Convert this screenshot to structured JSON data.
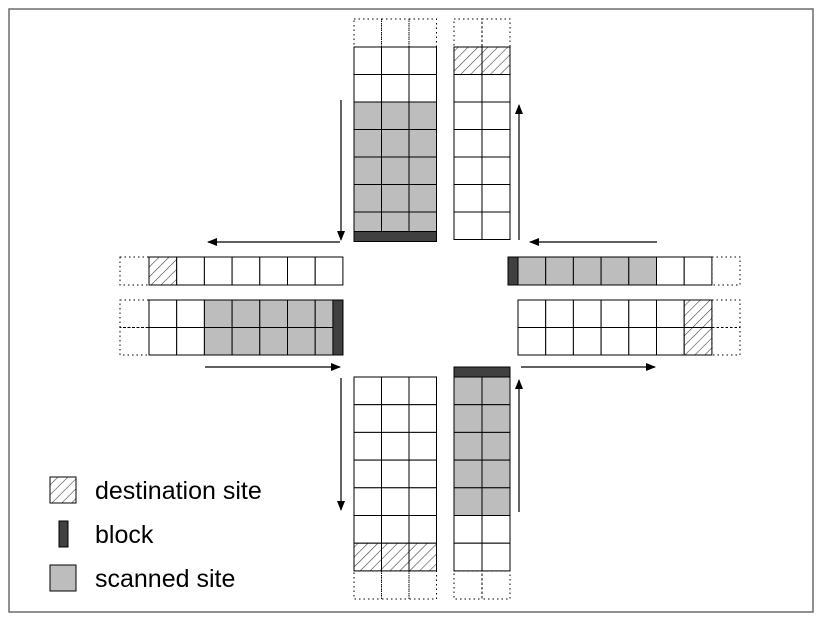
{
  "colors": {
    "frame": "#6b6b6b",
    "cell_border": "#000000",
    "scanned": "#bdbdbd",
    "block": "#404040",
    "hatch": "#444444",
    "background": "#ffffff"
  },
  "legend": [
    {
      "key": "destination",
      "label": "destination site",
      "icon": "hatched-square-icon"
    },
    {
      "key": "block",
      "label": "block",
      "icon": "dark-bar-icon"
    },
    {
      "key": "scanned",
      "label": "scanned site",
      "icon": "gray-square-icon"
    }
  ],
  "arms": [
    {
      "name": "north-inbound",
      "direction": "down",
      "lanes": 3,
      "sites": 7,
      "scanned_sites": 5,
      "block_at_stop_line": true,
      "destination_site": false
    },
    {
      "name": "north-outbound",
      "direction": "up",
      "lanes": 2,
      "sites": 7,
      "scanned_sites": 0,
      "block_at_stop_line": false,
      "destination_site": true
    },
    {
      "name": "west-outbound",
      "direction": "left",
      "lanes": 1,
      "sites": 7,
      "scanned_sites": 0,
      "block_at_stop_line": false,
      "destination_site": true
    },
    {
      "name": "west-inbound",
      "direction": "right",
      "lanes": 2,
      "sites": 7,
      "scanned_sites": 5,
      "block_at_stop_line": true,
      "destination_site": false
    },
    {
      "name": "east-inbound",
      "direction": "left",
      "lanes": 1,
      "sites": 7,
      "scanned_sites": 5,
      "block_at_stop_line": true,
      "destination_site": false
    },
    {
      "name": "east-outbound",
      "direction": "right",
      "lanes": 2,
      "sites": 7,
      "scanned_sites": 0,
      "block_at_stop_line": false,
      "destination_site": true
    },
    {
      "name": "south-outbound",
      "direction": "down",
      "lanes": 3,
      "sites": 7,
      "scanned_sites": 0,
      "block_at_stop_line": false,
      "destination_site": true
    },
    {
      "name": "south-inbound",
      "direction": "up",
      "lanes": 2,
      "sites": 7,
      "scanned_sites": 5,
      "block_at_stop_line": true,
      "destination_site": false
    }
  ]
}
